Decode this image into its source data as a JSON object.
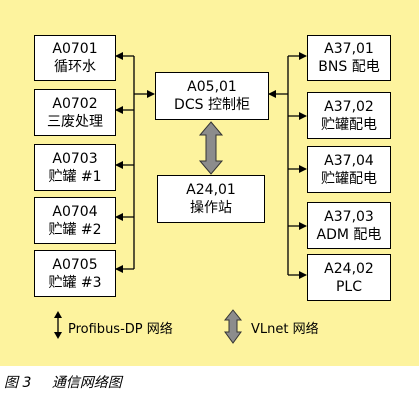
{
  "left_nodes": [
    {
      "line1": "A0701",
      "line2": "循环水"
    },
    {
      "line1": "A0702",
      "line2": "三废处理"
    },
    {
      "line1": "A0703",
      "line2": "贮罐 #1"
    },
    {
      "line1": "A0704",
      "line2": "贮罐 #2"
    },
    {
      "line1": "A0705",
      "line2": "贮罐 #3"
    }
  ],
  "center_node": {
    "line1": "A05,01",
    "line2": "DCS 控制柜"
  },
  "station_node": {
    "line1": "A24,01",
    "line2": "操作站"
  },
  "right_nodes": [
    {
      "line1": "A37,01",
      "line2": "BNS 配电"
    },
    {
      "line1": "A37,02",
      "line2": "贮罐配电"
    },
    {
      "line1": "A37,04",
      "line2": "贮罐配电"
    },
    {
      "line1": "A37,03",
      "line2": "ADM 配电"
    },
    {
      "line1": "A24,02",
      "line2": "PLC"
    }
  ],
  "legend": {
    "profibus": "Profibus-DP 网络",
    "vlnet": "VLnet 网络"
  },
  "caption": {
    "figure": "图 3",
    "title": "通信网络图"
  },
  "colors": {
    "background": "#fdf39e",
    "box_fill": "#ffffff",
    "vlnet_arrow": "#8c8c8c"
  }
}
